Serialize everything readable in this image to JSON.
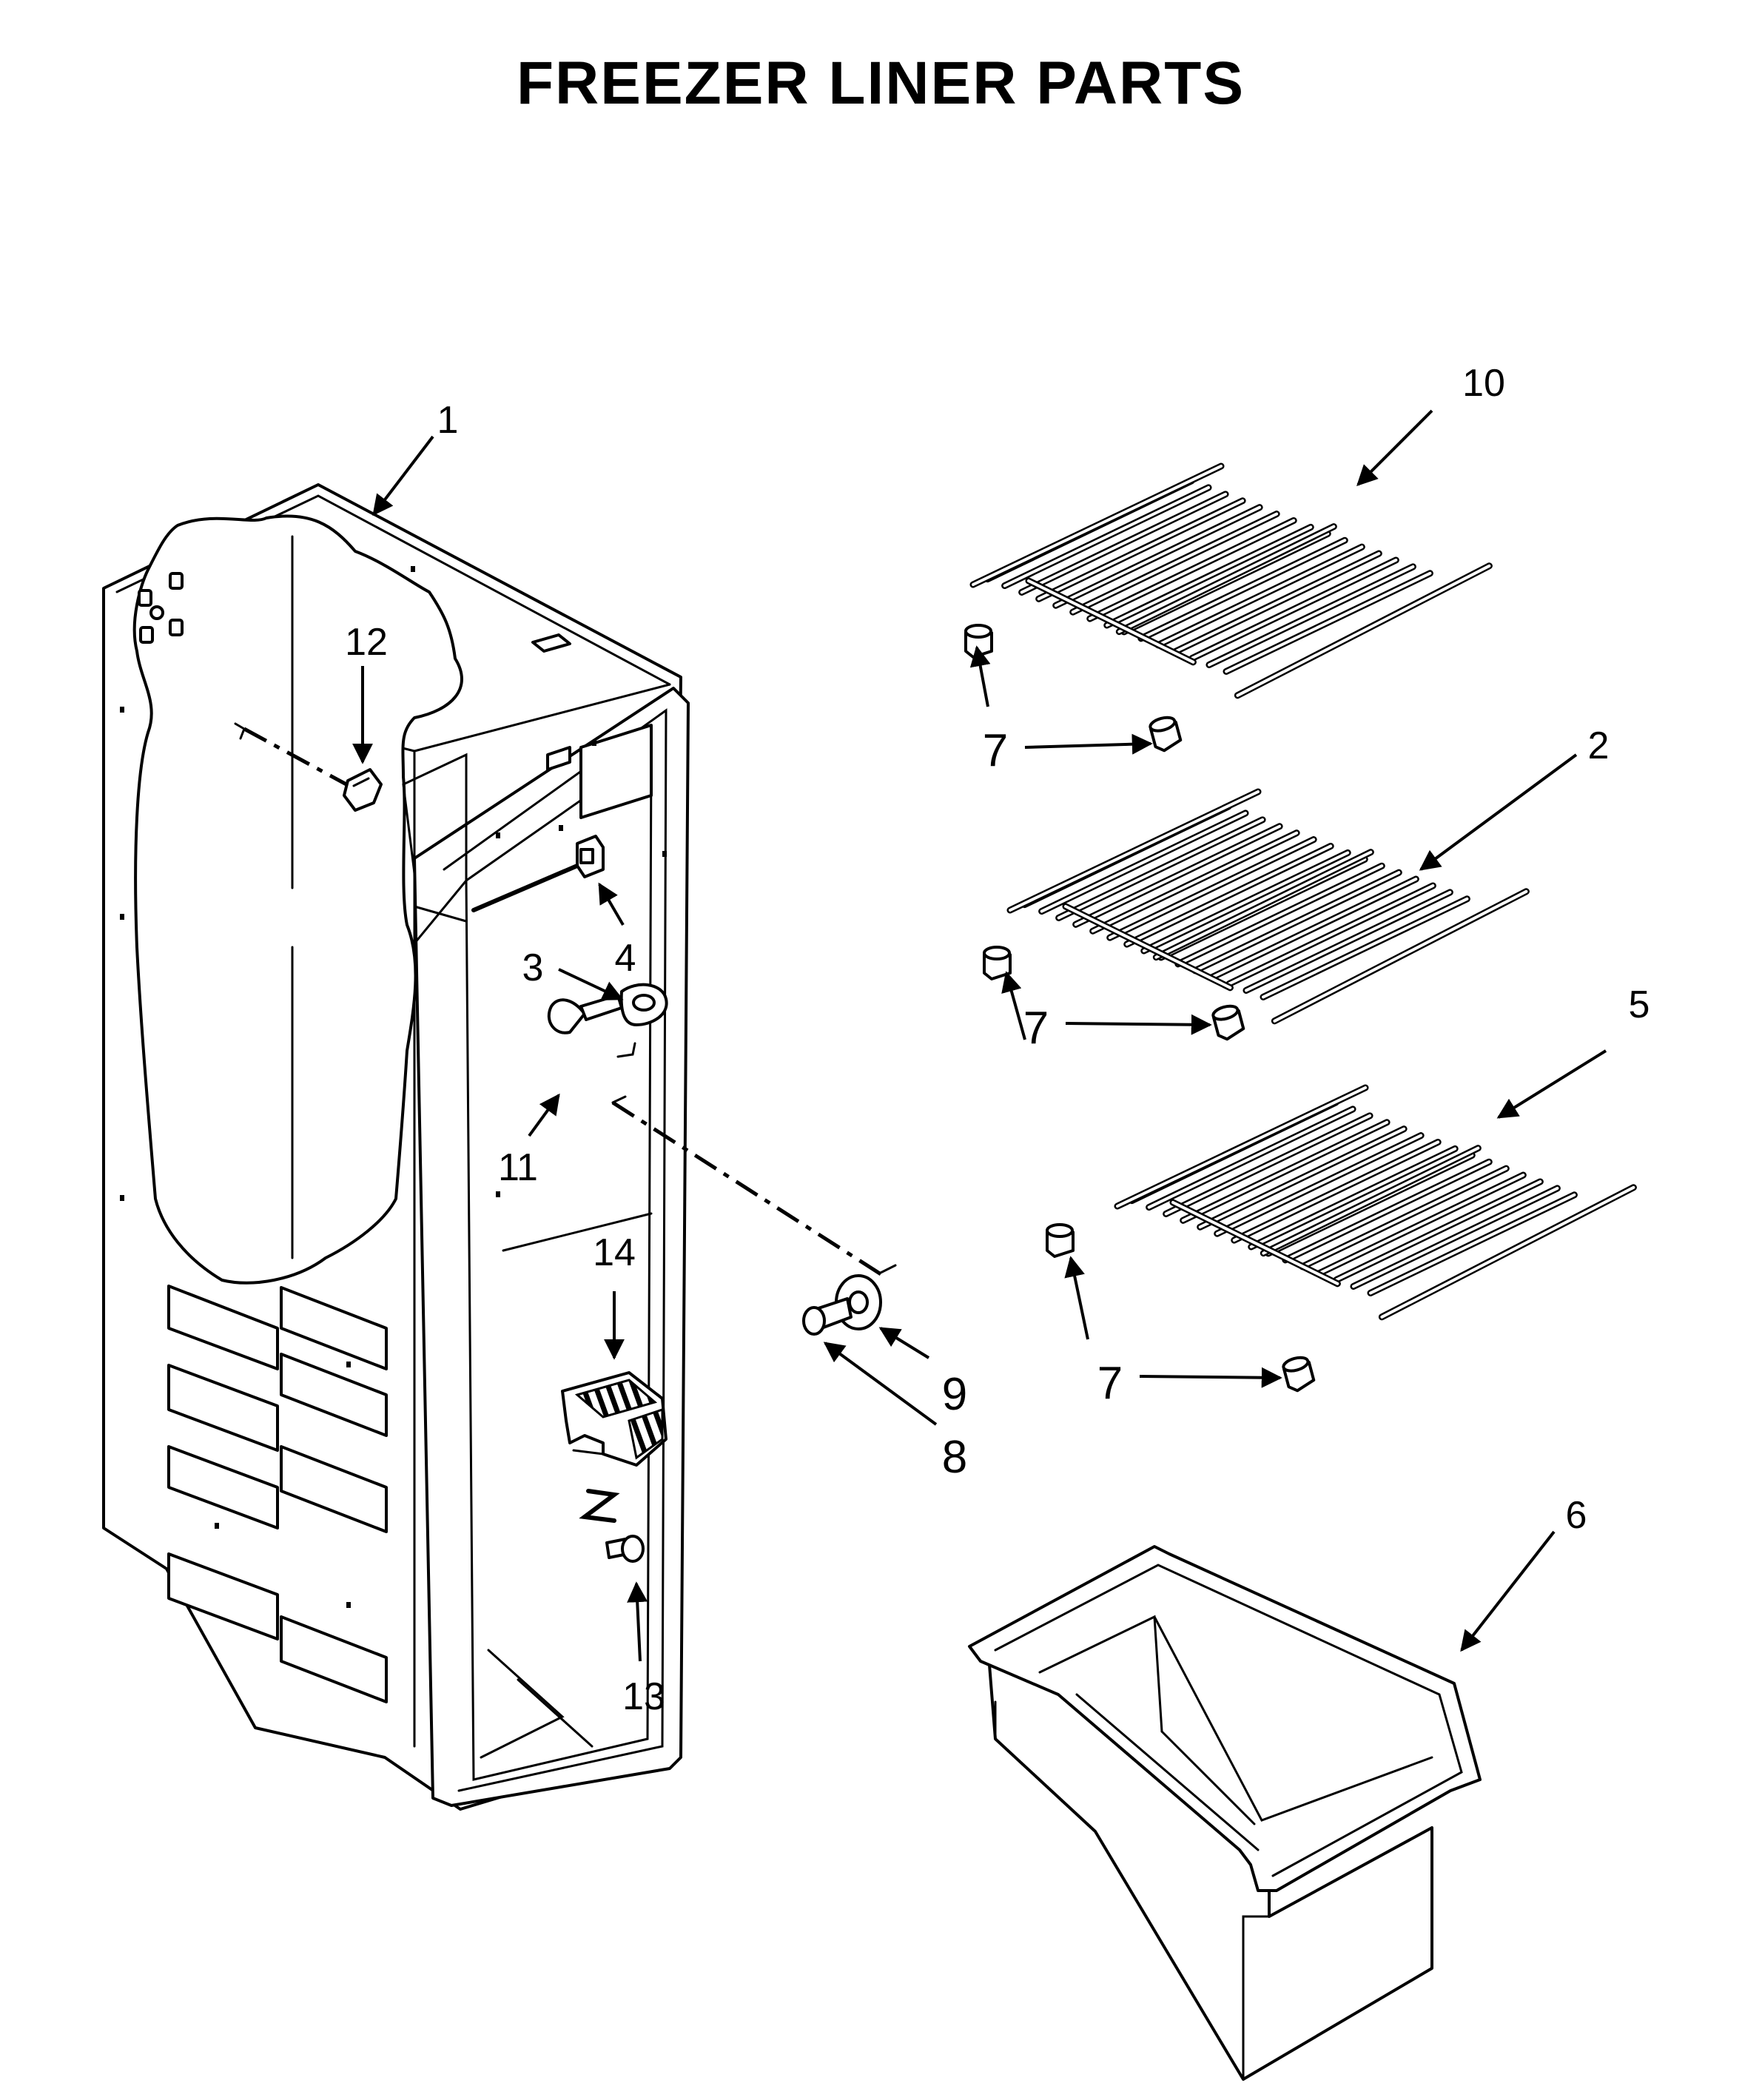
{
  "title": "FREEZER LINER PARTS",
  "colors": {
    "line": "#000000",
    "background": "#ffffff"
  },
  "callouts": [
    {
      "id": "1",
      "label": "1"
    },
    {
      "id": "2",
      "label": "2"
    },
    {
      "id": "3",
      "label": "3"
    },
    {
      "id": "4",
      "label": "4"
    },
    {
      "id": "5",
      "label": "5"
    },
    {
      "id": "6",
      "label": "6"
    },
    {
      "id": "7a",
      "label": "7"
    },
    {
      "id": "7b",
      "label": "7"
    },
    {
      "id": "7c",
      "label": "7"
    },
    {
      "id": "8",
      "label": "8"
    },
    {
      "id": "9",
      "label": "9"
    },
    {
      "id": "10",
      "label": "10"
    },
    {
      "id": "11",
      "label": "11"
    },
    {
      "id": "12",
      "label": "12"
    },
    {
      "id": "13",
      "label": "13"
    },
    {
      "id": "14",
      "label": "14"
    }
  ]
}
